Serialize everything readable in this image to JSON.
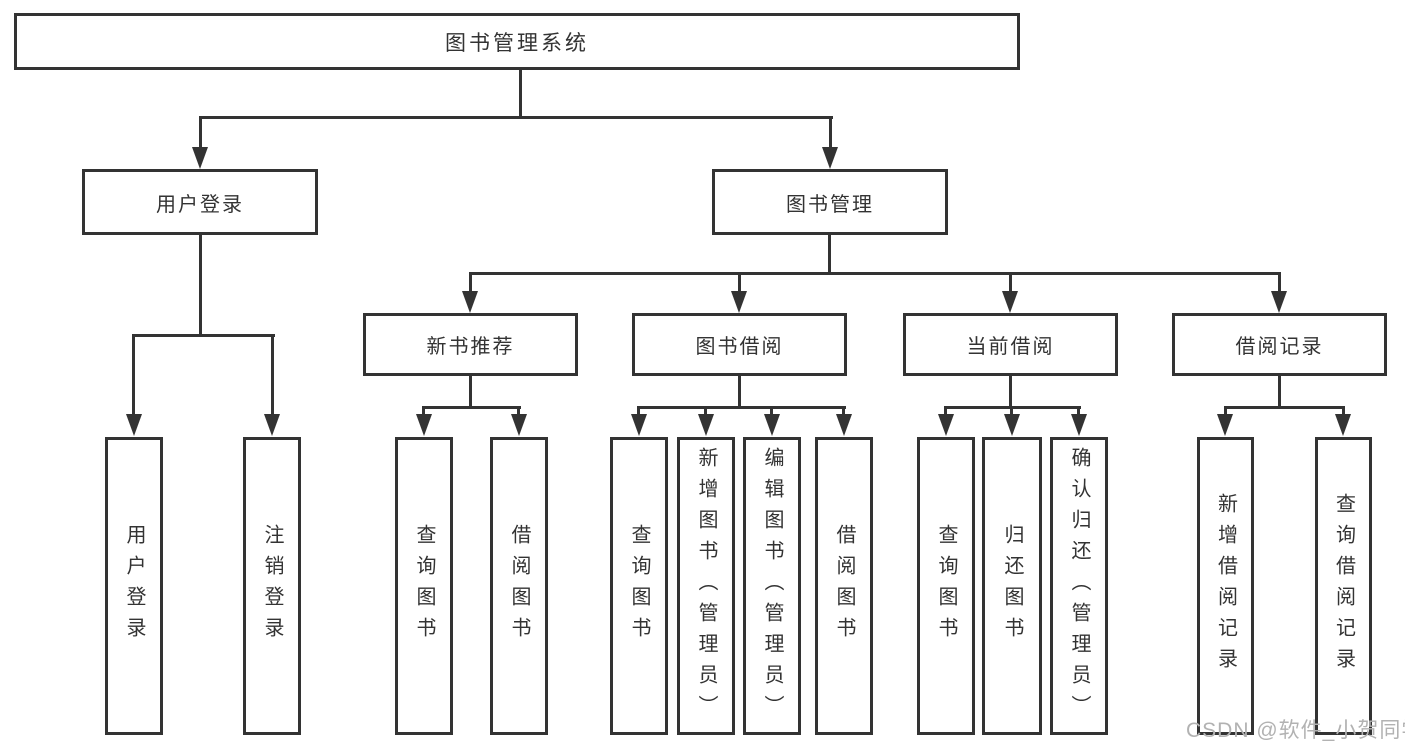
{
  "diagram": {
    "type": "hierarchy-tree",
    "root": {
      "label": "图书管理系统"
    },
    "branches": [
      {
        "label": "用户登录",
        "children": [
          {
            "label": "用户登录"
          },
          {
            "label": "注销登录"
          }
        ]
      },
      {
        "label": "图书管理",
        "children": [
          {
            "label": "新书推荐",
            "children": [
              {
                "label": "查询图书"
              },
              {
                "label": "借阅图书"
              }
            ]
          },
          {
            "label": "图书借阅",
            "children": [
              {
                "label": "查询图书"
              },
              {
                "label": "新增图书（管理员）"
              },
              {
                "label": "编辑图书（管理员）"
              },
              {
                "label": "借阅图书"
              }
            ]
          },
          {
            "label": "当前借阅",
            "children": [
              {
                "label": "查询图书"
              },
              {
                "label": "归还图书"
              },
              {
                "label": "确认归还（管理员）"
              }
            ]
          },
          {
            "label": "借阅记录",
            "children": [
              {
                "label": "新增借阅记录"
              },
              {
                "label": "查询借阅记录"
              }
            ]
          }
        ]
      }
    ]
  },
  "watermark": {
    "text": "CSDN @软件_小贺同学"
  },
  "colors": {
    "line": "#333333",
    "box_background": "#ffffff",
    "text": "#333333",
    "watermark": "#b2b2b2",
    "page_background": "#ffffff"
  }
}
